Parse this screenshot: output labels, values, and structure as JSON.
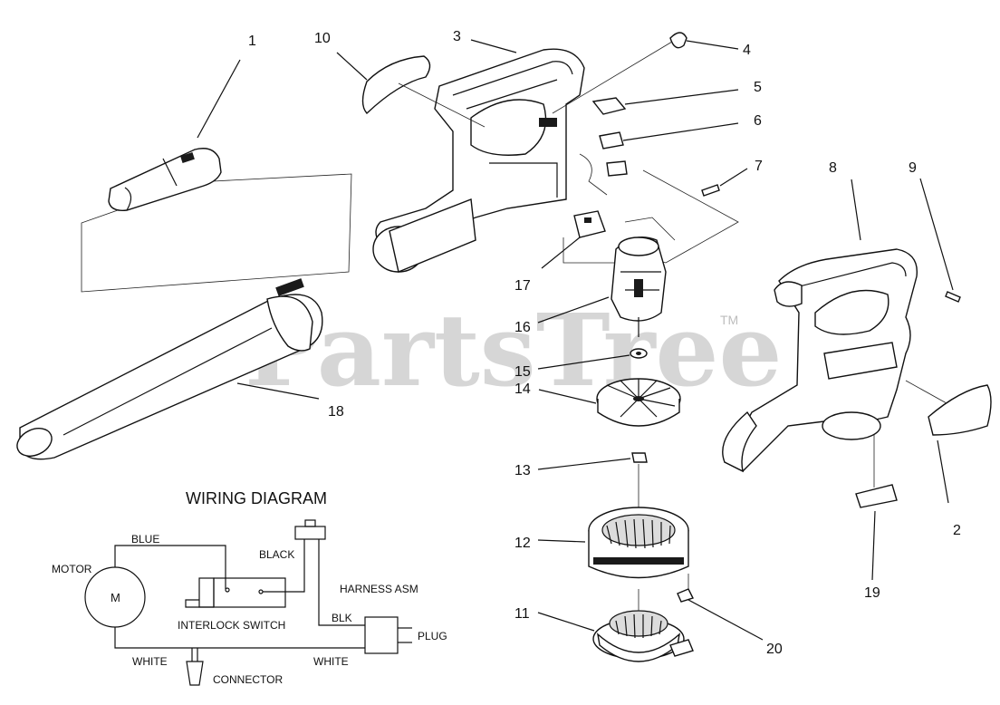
{
  "watermark": {
    "text": "PartsTree",
    "tm": "TM"
  },
  "callouts": {
    "n1": "1",
    "n2": "2",
    "n3": "3",
    "n4": "4",
    "n5": "5",
    "n6": "6",
    "n7": "7",
    "n8": "8",
    "n9": "9",
    "n10": "10",
    "n11": "11",
    "n12": "12",
    "n13": "13",
    "n14": "14",
    "n15": "15",
    "n16": "16",
    "n17": "17",
    "n18": "18",
    "n19": "19",
    "n20": "20"
  },
  "wiring": {
    "title": "WIRING DIAGRAM",
    "motor": "MOTOR",
    "motor_symbol": "M",
    "blue": "BLUE",
    "black": "BLACK",
    "harness": "HARNESS ASM",
    "blk": "BLK",
    "plug": "PLUG",
    "interlock": "INTERLOCK SWITCH",
    "white_left": "WHITE",
    "white_right": "WHITE",
    "connector": "CONNECTOR"
  }
}
